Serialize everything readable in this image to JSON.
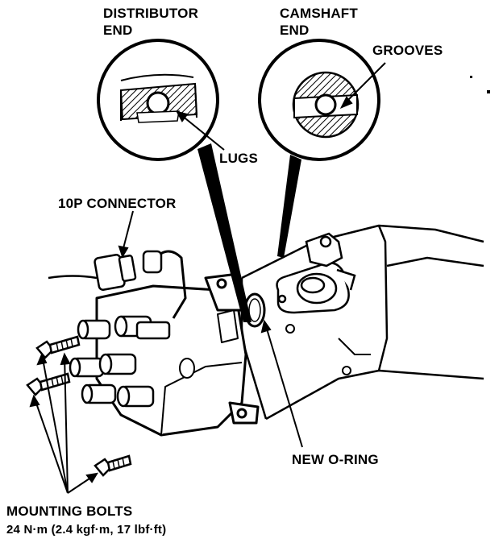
{
  "labels": {
    "distributor_end": [
      "DISTRIBUTOR",
      "END"
    ],
    "camshaft_end": [
      "CAMSHAFT",
      "END"
    ],
    "grooves": "GROOVES",
    "lugs": "LUGS",
    "connector": "10P CONNECTOR",
    "o_ring": "NEW O-RING",
    "mounting_bolts": "MOUNTING BOLTS",
    "torque": "24 N·m (2.4 kgf·m, 17 lbf·ft)"
  }
}
